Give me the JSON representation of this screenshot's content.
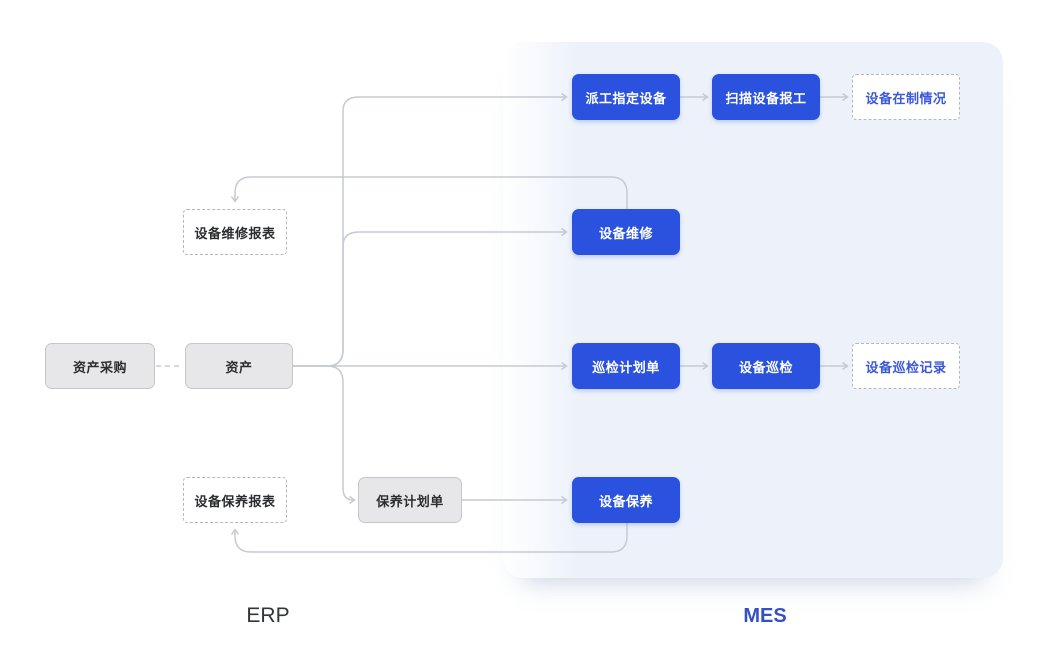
{
  "diagram": {
    "title_implicit": "ERP-MES equipment flow diagram",
    "sections": {
      "erp": {
        "label": "ERP"
      },
      "mes": {
        "label": "MES"
      }
    },
    "nodes": {
      "asset_purchase": {
        "label": "资产采购",
        "type": "gray-solid",
        "section": "ERP"
      },
      "asset": {
        "label": "资产",
        "type": "gray-solid",
        "section": "ERP"
      },
      "repair_report": {
        "label": "设备维修报表",
        "type": "dashed-dark",
        "section": "ERP"
      },
      "maintenance_report": {
        "label": "设备保养报表",
        "type": "dashed-dark",
        "section": "ERP"
      },
      "maintenance_plan": {
        "label": "保养计划单",
        "type": "gray-solid",
        "section": "ERP"
      },
      "dispatch": {
        "label": "派工指定设备",
        "type": "blue-solid",
        "section": "MES"
      },
      "scan_report": {
        "label": "扫描设备报工",
        "type": "blue-solid",
        "section": "MES"
      },
      "wip_status": {
        "label": "设备在制情况",
        "type": "dashed-blue",
        "section": "MES"
      },
      "repair": {
        "label": "设备维修",
        "type": "blue-solid",
        "section": "MES"
      },
      "inspection_plan": {
        "label": "巡检计划单",
        "type": "blue-solid",
        "section": "MES"
      },
      "inspection": {
        "label": "设备巡检",
        "type": "blue-solid",
        "section": "MES"
      },
      "inspection_record": {
        "label": "设备巡检记录",
        "type": "dashed-blue",
        "section": "MES"
      },
      "maintenance": {
        "label": "设备保养",
        "type": "blue-solid",
        "section": "MES"
      }
    },
    "edges": [
      {
        "from": "资产采购",
        "to": "资产",
        "style": "dashed-no-arrow"
      },
      {
        "from": "资产",
        "to": "派工指定设备",
        "style": "arrow"
      },
      {
        "from": "资产",
        "to": "设备维修",
        "style": "arrow"
      },
      {
        "from": "资产",
        "to": "巡检计划单",
        "style": "arrow"
      },
      {
        "from": "资产",
        "to": "保养计划单",
        "style": "arrow"
      },
      {
        "from": "派工指定设备",
        "to": "扫描设备报工",
        "style": "arrow"
      },
      {
        "from": "扫描设备报工",
        "to": "设备在制情况",
        "style": "arrow"
      },
      {
        "from": "巡检计划单",
        "to": "设备巡检",
        "style": "arrow"
      },
      {
        "from": "设备巡检",
        "to": "设备巡检记录",
        "style": "arrow"
      },
      {
        "from": "保养计划单",
        "to": "设备保养",
        "style": "arrow"
      },
      {
        "from": "设备维修",
        "to": "设备维修报表",
        "style": "arrow"
      },
      {
        "from": "设备保养",
        "to": "设备保养报表",
        "style": "arrow"
      }
    ],
    "colors": {
      "mes_panel_bg": "#edf2fa",
      "blue_box": "#2b52de",
      "blue_box_text": "#ffffff",
      "gray_box_bg": "#e7e7e9",
      "gray_box_border": "#c6c6ca",
      "dashed_border": "#b4b7bd",
      "dashed_blue_text": "#3c58d8",
      "connector": "#c6cad2",
      "erp_label_text": "#33353a",
      "mes_label_text": "#3450c8",
      "dark_text": "#2c2d31",
      "canvas_bg": "#ffffff"
    }
  }
}
